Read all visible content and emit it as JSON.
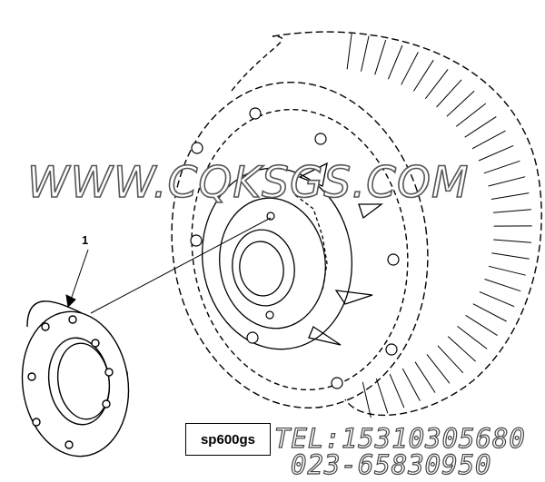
{
  "diagram": {
    "callout_number": "1",
    "part_code": "sp600gs"
  },
  "watermark": {
    "site": "WWW.CQKSGS.COM",
    "tel": "TEL:15310305680",
    "phone": "023-65830950"
  },
  "colors": {
    "line": "#000000",
    "background": "#ffffff",
    "watermark_outline": "#555555"
  }
}
